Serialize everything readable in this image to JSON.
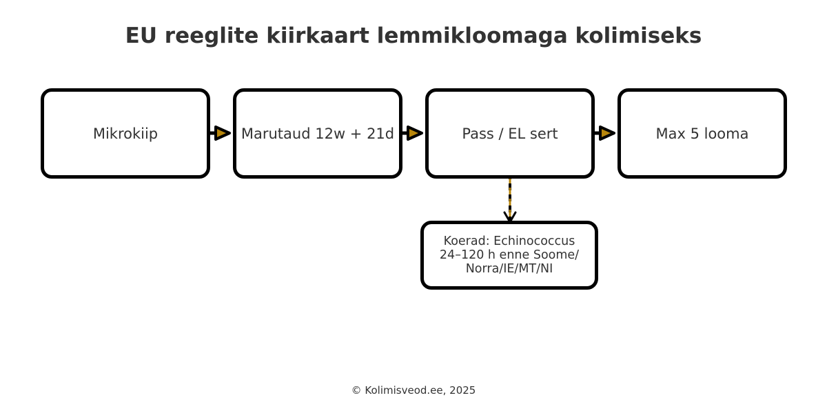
{
  "title": "EU reeglite kiirkaart lemmikloomaga kolimiseks",
  "steps": [
    {
      "label": "Mikrokiip"
    },
    {
      "label": "Marutaud 12w + 21d"
    },
    {
      "label": "Pass / EL sert"
    },
    {
      "label": "Max 5 looma"
    }
  ],
  "note": {
    "text": "Koerad: Echinococcus\n24–120 h enne Soome/\nNorra/IE/MT/NI"
  },
  "footer": "© Kolimisveod.ee, 2025",
  "colors": {
    "box_border": "#000000",
    "text": "#333333",
    "arrow_fill": "#b8860b",
    "dashed_line": "#b8860b"
  }
}
